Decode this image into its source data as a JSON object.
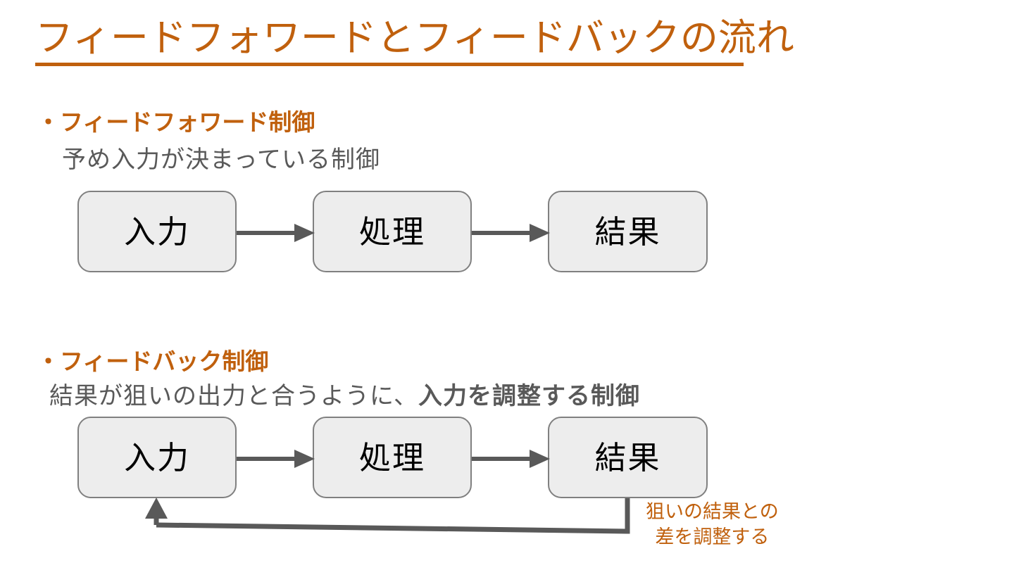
{
  "slide": {
    "title": "フィードフォワードとフィードバックの流れ",
    "accent_color": "#C0600D",
    "body_text_color": "#595959",
    "box_fill_color": "#EDEDED",
    "box_border_color": "#808080",
    "arrow_color": "#595959"
  },
  "sections": [
    {
      "id": "feedforward",
      "bullet": "・",
      "heading": "・フィードフォワード制御",
      "subtitle": "予め入力が決まっている制御",
      "subtitle_plain": "予め入力が決まっている制御",
      "subtitle_bold": "",
      "diagram": {
        "type": "flow",
        "boxes": [
          {
            "label": "入力"
          },
          {
            "label": "処理"
          },
          {
            "label": "結果"
          }
        ],
        "connectors": [
          {
            "from": "入力",
            "to": "処理",
            "style": "arrow"
          },
          {
            "from": "処理",
            "to": "結果",
            "style": "arrow"
          }
        ]
      }
    },
    {
      "id": "feedback",
      "bullet": "・",
      "heading": "・フィードバック制御",
      "subtitle": "結果が狙いの出力と合うように、入力を調整する制御",
      "subtitle_plain": "結果が狙いの出力と合うように、",
      "subtitle_bold": "入力を調整する制御",
      "diagram": {
        "type": "flow",
        "boxes": [
          {
            "label": "入力"
          },
          {
            "label": "処理"
          },
          {
            "label": "結果"
          }
        ],
        "connectors": [
          {
            "from": "入力",
            "to": "処理",
            "style": "arrow"
          },
          {
            "from": "処理",
            "to": "結果",
            "style": "arrow"
          },
          {
            "from": "結果",
            "to": "入力",
            "style": "feedback-arrow"
          }
        ],
        "annotation_line1": "狙いの結果との",
        "annotation_line2": "差を調整する"
      }
    }
  ]
}
